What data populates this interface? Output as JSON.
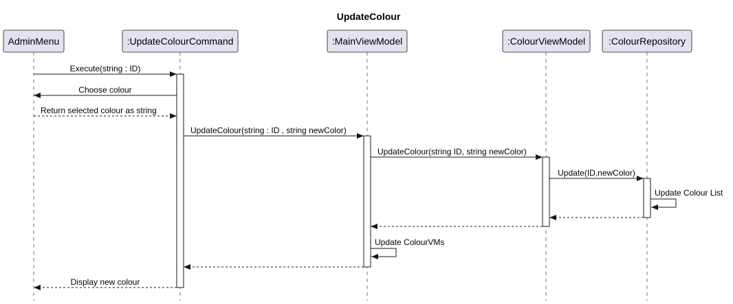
{
  "diagram": {
    "title": "UpdateColour",
    "participants": [
      {
        "id": "admin",
        "label": "AdminMenu"
      },
      {
        "id": "cmd",
        "label": ":UpdateColourCommand"
      },
      {
        "id": "mvm",
        "label": ":MainViewModel"
      },
      {
        "id": "cvm",
        "label": ":ColourViewModel"
      },
      {
        "id": "repo",
        "label": ":ColourRepository"
      }
    ],
    "messages": [
      {
        "from": "admin",
        "to": "cmd",
        "label": "Execute(string : ID)",
        "style": "solid"
      },
      {
        "from": "cmd",
        "to": "admin",
        "label": "Choose colour",
        "style": "solid"
      },
      {
        "from": "admin",
        "to": "cmd",
        "label": "Return selected colour as string",
        "style": "dashed"
      },
      {
        "from": "cmd",
        "to": "mvm",
        "label": "UpdateColour(string : ID , string newColor)",
        "style": "solid"
      },
      {
        "from": "mvm",
        "to": "cvm",
        "label": "UpdateColour(string ID, string newColor)",
        "style": "solid"
      },
      {
        "from": "cvm",
        "to": "repo",
        "label": "Update(ID,newColor)",
        "style": "solid"
      },
      {
        "from": "repo",
        "to": "repo",
        "label": "Update Colour List",
        "style": "solid"
      },
      {
        "from": "repo",
        "to": "cvm",
        "label": "",
        "style": "dashed"
      },
      {
        "from": "cvm",
        "to": "mvm",
        "label": "",
        "style": "dashed"
      },
      {
        "from": "mvm",
        "to": "mvm",
        "label": "Update ColourVMs",
        "style": "solid"
      },
      {
        "from": "mvm",
        "to": "cmd",
        "label": "",
        "style": "dashed"
      },
      {
        "from": "cmd",
        "to": "admin",
        "label": "Display new colour",
        "style": "dashed"
      }
    ]
  }
}
